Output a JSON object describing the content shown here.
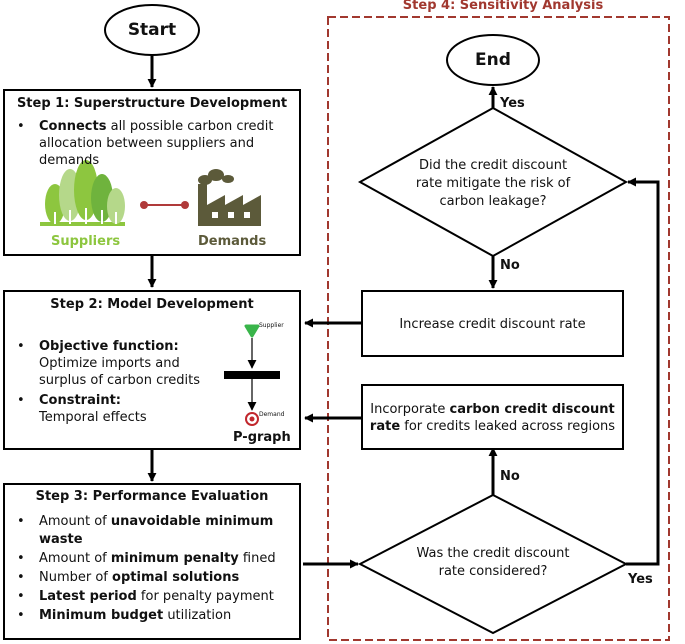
{
  "start": "Start",
  "end": "End",
  "step1": {
    "title": "Step 1: Superstructure Development",
    "bullet": {
      "bold": "Connects",
      "rest": " all possible carbon credit allocation between suppliers and demands"
    },
    "suppliers_label": "Suppliers",
    "demands_label": "Demands"
  },
  "step2": {
    "title": "Step 2: Model Development",
    "objective_bold": "Objective function:",
    "objective_rest": "Optimize imports and surplus of carbon credits",
    "constraint_bold": "Constraint:",
    "constraint_rest": "Temporal effects",
    "pgraph_supplier": "Supplier",
    "pgraph_demand": "Demand",
    "pgraph_label": "P-graph"
  },
  "step3": {
    "title": "Step 3: Performance Evaluation",
    "items": [
      {
        "pre": "Amount of ",
        "bold": "unavoidable minimum waste",
        "post": ""
      },
      {
        "pre": "Amount of ",
        "bold": "minimum penalty",
        "post": " fined"
      },
      {
        "pre": "Number of ",
        "bold": "optimal solutions",
        "post": ""
      },
      {
        "pre": "",
        "bold": "Latest period",
        "post": " for penalty payment"
      },
      {
        "pre": "",
        "bold": "Minimum budget",
        "post": " utilization"
      }
    ]
  },
  "step4": {
    "title": "Step 4: Sensitivity Analysis",
    "decision_top": "Did the credit discount rate mitigate the risk of carbon leakage?",
    "increase": "Increase credit discount rate",
    "incorporate_pre": "Incorporate ",
    "incorporate_bold": "carbon credit discount rate",
    "incorporate_post": " for credits leaked across regions",
    "decision_bottom": "Was the credit discount rate considered?",
    "yes_top": "Yes",
    "no_top": "No",
    "no_bottom": "No",
    "yes_bottom": "Yes"
  },
  "colors": {
    "border": "#000000",
    "step4_dash": "#a1382f",
    "suppliers_green": "#8dc63f",
    "demands_olive": "#5c5a3a",
    "connector_red": "#b03a3a",
    "pgraph_green": "#39b54a",
    "pgraph_red": "#c1272d"
  }
}
